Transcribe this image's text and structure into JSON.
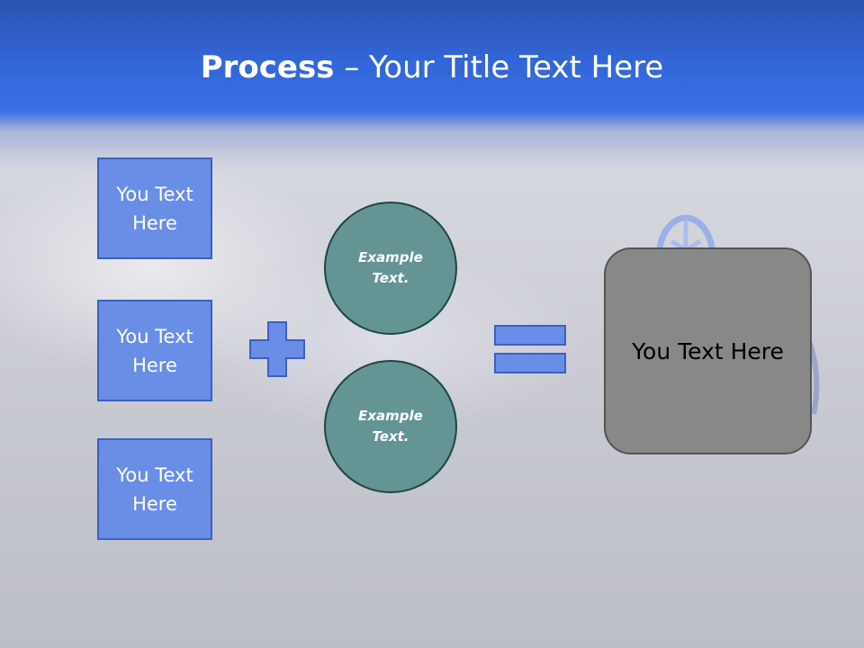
{
  "title": {
    "bold": "Process",
    "rest": " – Your Title Text Here"
  },
  "boxes": [
    {
      "text": "You Text Here"
    },
    {
      "text": "You Text Here"
    },
    {
      "text": "You Text Here"
    }
  ],
  "circles": [
    {
      "text": "Example Text."
    },
    {
      "text": "Example Text."
    }
  ],
  "result": {
    "text": "You Text Here"
  },
  "colors": {
    "header": "#3366d8",
    "box_fill": "#6a8de6",
    "box_border": "#3d5fc2",
    "circle_fill": "#649494",
    "circle_border": "#1f4545",
    "result_fill": "#888888",
    "result_border": "#555555"
  },
  "icons": {
    "operator_1": "plus-icon",
    "operator_2": "equals-icon"
  }
}
